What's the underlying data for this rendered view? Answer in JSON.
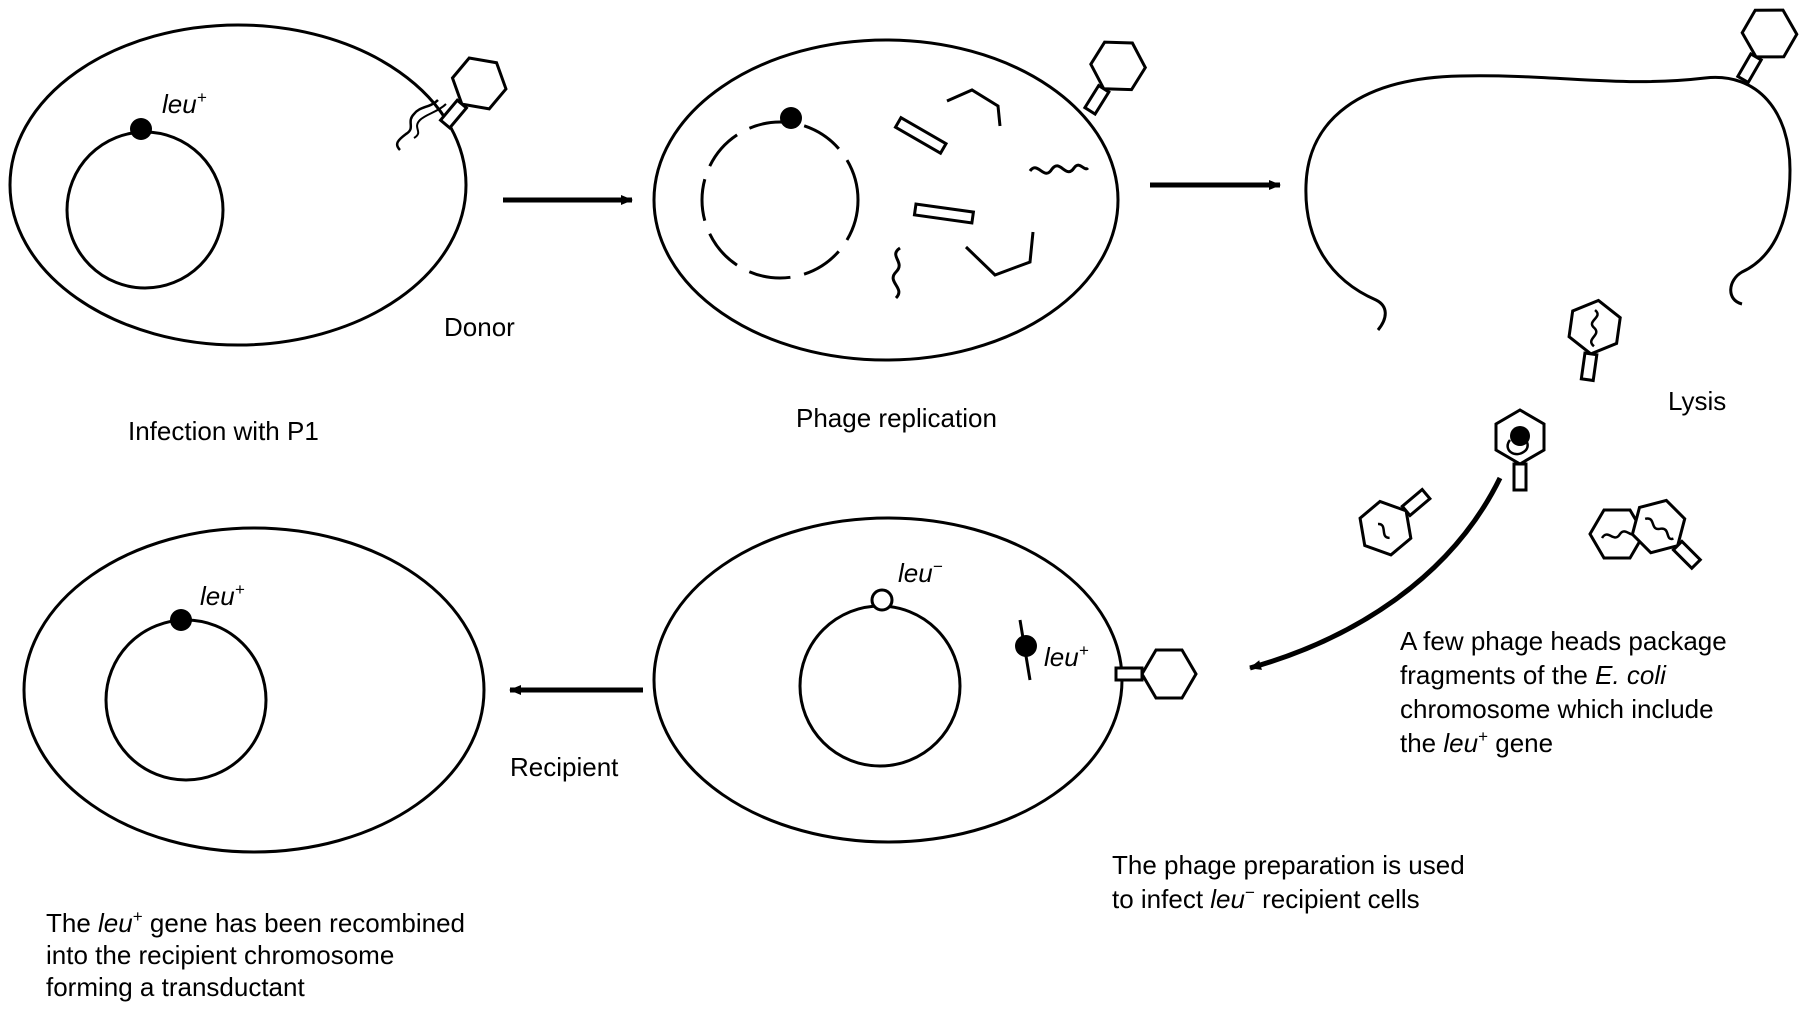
{
  "colors": {
    "ink": "#000000",
    "background": "#ffffff"
  },
  "gene_labels": {
    "donor": "leu",
    "donor_sup": "+",
    "recipient_minus": "leu",
    "recipient_minus_sup": "−",
    "recipient_fragment": "leu",
    "recipient_fragment_sup": "+",
    "transductant": "leu",
    "transductant_sup": "+"
  },
  "labels": {
    "donor": "Donor",
    "infection": "Infection with P1",
    "phage_replication": "Phage replication",
    "lysis": "Lysis",
    "recipient": "Recipient"
  },
  "captions": {
    "package": {
      "line1": "A few phage heads package",
      "line2_a": "fragments of the ",
      "line2_b": "E. coli",
      "line3": "chromosome which include",
      "line4_a": "the ",
      "line4_gene": "leu",
      "line4_sup": "+",
      "line4_b": " gene"
    },
    "infect": {
      "line1": "The phage preparation is used",
      "line2_a": "to infect ",
      "line2_gene": "leu",
      "line2_sup": "−",
      "line2_b": "  recipient cells"
    },
    "transductant": {
      "line1_a": "The ",
      "line1_gene": "leu",
      "line1_sup": "+",
      "line1_b": " gene has been recombined",
      "line2": "into the recipient chromosome",
      "line3": "forming a transductant"
    }
  }
}
